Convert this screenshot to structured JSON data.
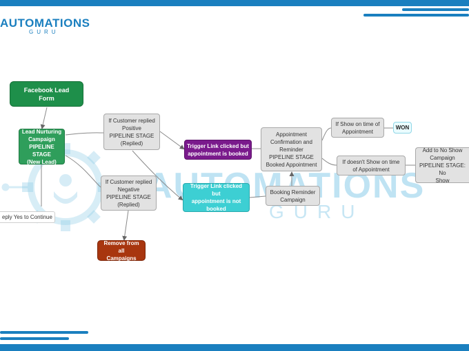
{
  "brand": {
    "name": "AUTOMATIONS",
    "sub": "GURU",
    "watermark_word": "AUTOMATIONS",
    "watermark_sub": "GURU",
    "color": "#1a7fbf"
  },
  "nodes": {
    "facebook_form": "Facebook Lead\nForm",
    "lead_nurturing": "Lead Nurturing\nCampaign\nPIPELINE STAGE\n(New Lead)",
    "positive": "If Customer replied\nPositive\nPIPELINE STAGE\n(Replied)",
    "negative": "If Customer replied\nNegative\nPIPELINE STAGE\n(Replied)",
    "reply_yes": "eply Yes to Continue",
    "remove": "Remove from all\nCampaigns",
    "trigger_booked": "Trigger Link clicked but\nappointment is booked",
    "trigger_not_booked": "Trigger Link clicked but\nappointment is not\nbooked",
    "appointment_confirmation": "Appointment\nConfirmation and\nReminder\nPIPELINE STAGE\nBooked Appointment",
    "booking_reminder": "Booking Reminder\nCampaign",
    "show_on_time": "If Show on time of\nAppointment",
    "won": "WON",
    "no_show": "If  doesn't Show on time\nof Appointment",
    "add_no_show": "Add to No Show\nCampaign\nPIPELINE STAGE: No\nShow"
  },
  "colors": {
    "brand_blue": "#1a7fbf",
    "green": "#2f9e5b",
    "purple": "#7a1a8c",
    "cyan": "#3dcfd3",
    "brown": "#a8360f",
    "grey": "#e2e2e2"
  }
}
